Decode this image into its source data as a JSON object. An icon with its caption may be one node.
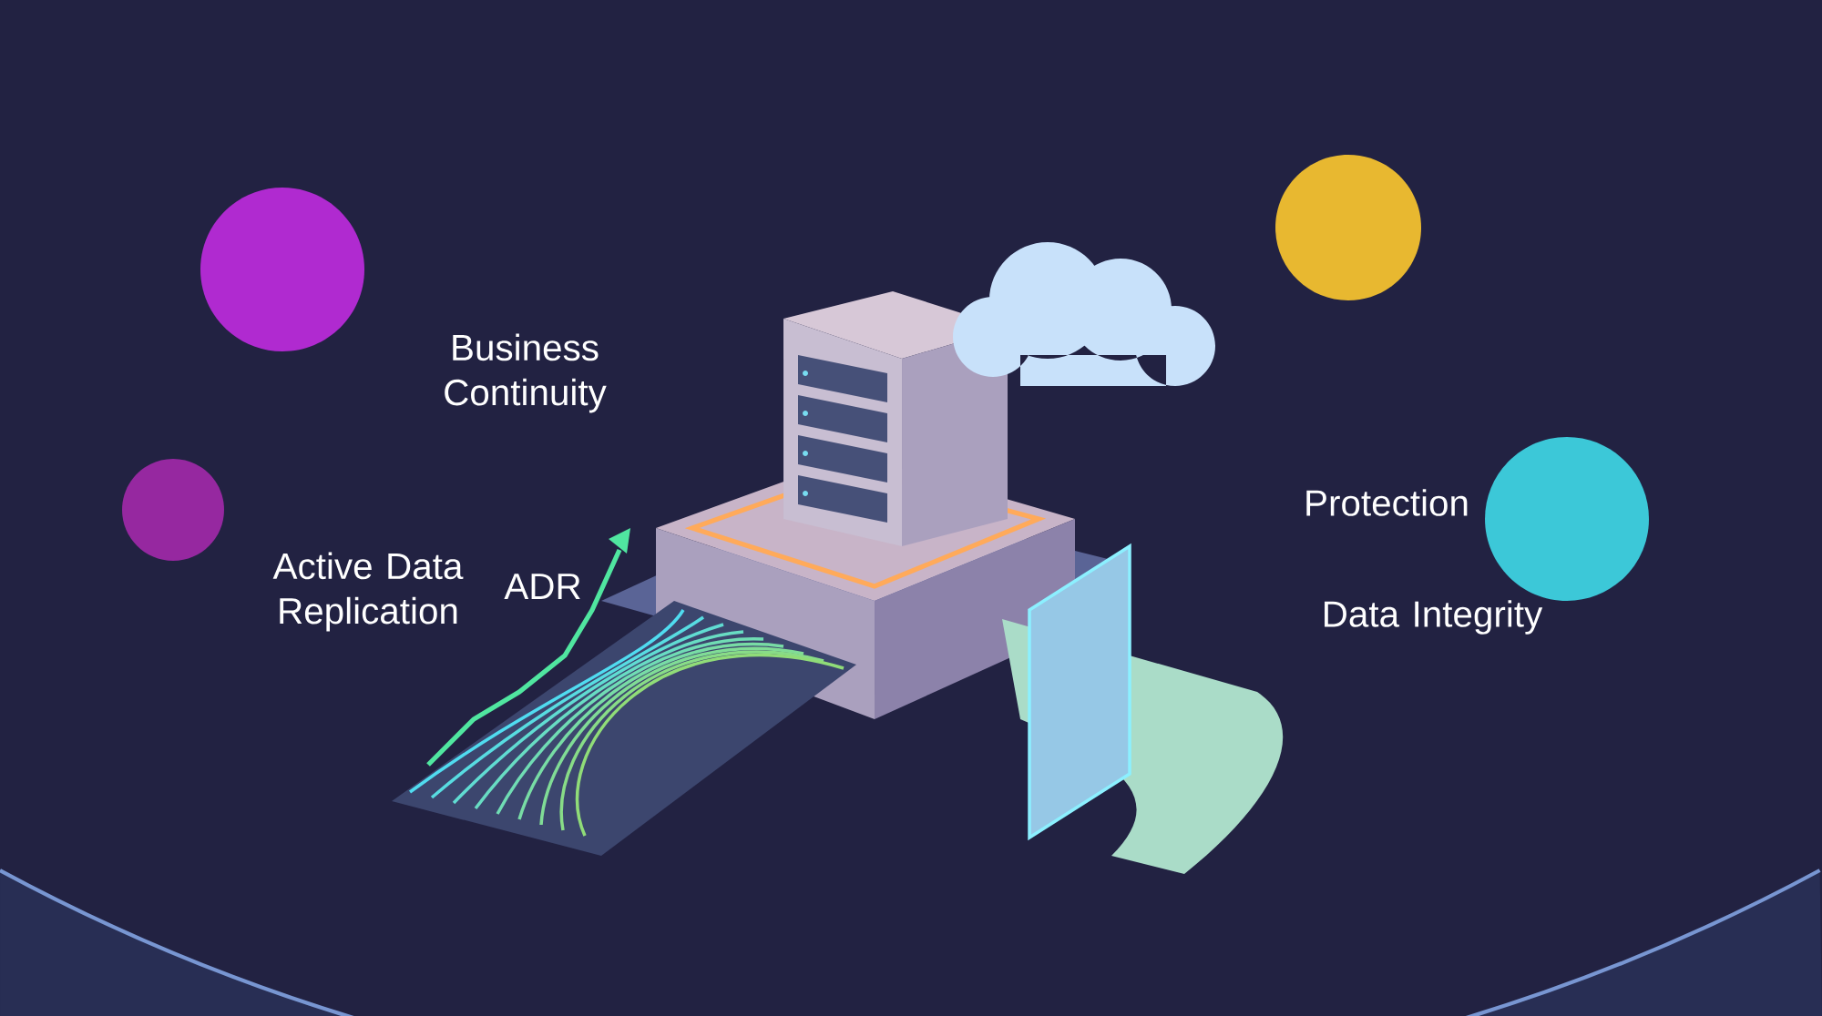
{
  "diagram": {
    "labels": [
      "Business Continuity",
      "Active Data Replication",
      "ADR",
      "Protection",
      "Data Integrity"
    ]
  }
}
